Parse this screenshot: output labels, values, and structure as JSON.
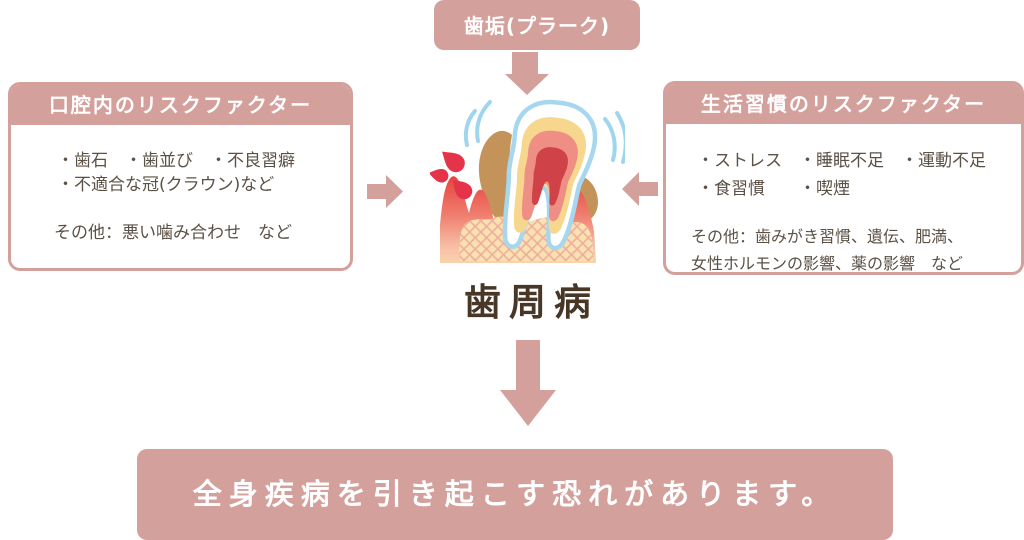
{
  "colors": {
    "pink": "#d4a09c",
    "body_text": "#5c5146",
    "header_text": "#ffffff",
    "label_brown": "#483727",
    "blood": "#e5334a",
    "gum_red": "#e7413c",
    "gum_pink": "#f7bda4",
    "base_cream": "#f9e2b0",
    "hatch_pink": "#efad9d",
    "tartar_brown": "#c3935a",
    "enamel_outline": "#a7d7ee",
    "enamel_white": "#ffffff",
    "dentin_yellow": "#f6d78d",
    "pulp_salmon": "#ee8e85",
    "canal_red": "#cf4348",
    "vibration_blue": "#9fd6ee"
  },
  "top_banner": {
    "label": "歯垢(プラーク)"
  },
  "left_box": {
    "title": "口腔内のリスクファクター",
    "line1": "・歯石　・歯並び　・不良習癖",
    "line2": "・不適合な冠(クラウン)など",
    "other": "その他：悪い噛み合わせ　など"
  },
  "right_box": {
    "title": "生活習慣のリスクファクター",
    "line1": "・ストレス　・睡眠不足　・運動不足",
    "line2": "・食習慣　　・喫煙",
    "other1": "その他：歯みがき習慣、遺伝、肥満、",
    "other2": "女性ホルモンの影響、薬の影響　など"
  },
  "center": {
    "label": "歯周病",
    "illustration": "inflamed-tooth-with-plaque-and-bleeding-gums"
  },
  "bottom_banner": {
    "label": "全身疾病を引き起こす恐れがあります。"
  }
}
